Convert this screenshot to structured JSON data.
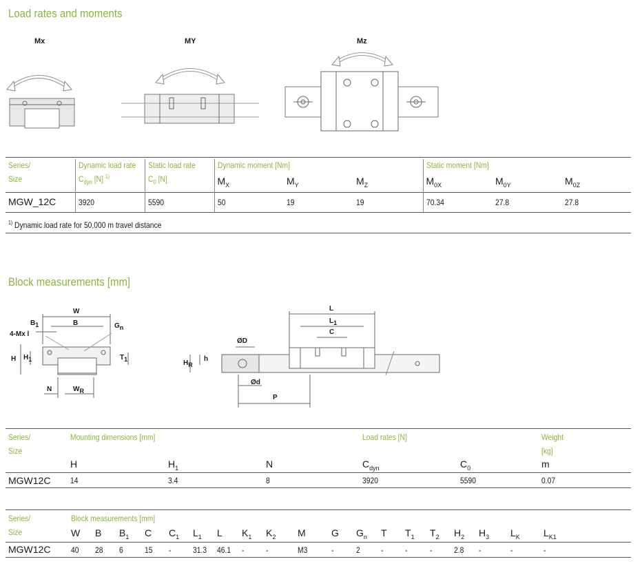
{
  "section1": {
    "title": "Load rates and moments",
    "diagram_labels": {
      "mx": "Mx",
      "my": "MY",
      "mz": "Mz"
    }
  },
  "load_table": {
    "series_label": "Series/",
    "size_label": "Size",
    "dyn_label": "Dynamic load rate",
    "dyn_sym": "C",
    "dyn_sub": "dyn",
    "dyn_unit": " [N]",
    "dyn_sup": "1)",
    "static_label": "Static load rate",
    "static_sym": "C",
    "static_sub": "0",
    "static_unit": " [N]",
    "dyn_moment_label": "Dynamic moment [Nm]",
    "static_moment_label": "Static moment [Nm]",
    "mx": "M",
    "mx_sub": "X",
    "my": "M",
    "my_sub": "Y",
    "mz": "M",
    "mz_sub": "Z",
    "m0x": "M",
    "m0x_sub": "0X",
    "m0y": "M",
    "m0y_sub": "0Y",
    "m0z": "M",
    "m0z_sub": "0Z",
    "row": {
      "size": "MGW_12C",
      "cdyn": "3920",
      "c0": "5590",
      "mx": "50",
      "my": "19",
      "mz": "19",
      "m0x": "70.34",
      "m0y": "27.8",
      "m0z": "27.8"
    },
    "footnote_sup": "1)",
    "footnote": " Dynamic load rate for 50,000 m travel distance"
  },
  "section2": {
    "title": "Block measurements [mm]",
    "diagram_labels": {
      "W": "W",
      "B": "B",
      "B1": "B",
      "B1_sub": "1",
      "Gn": "G",
      "Gn_sub": "n",
      "mxl": "4-Mx l",
      "H": "H",
      "H1": "H",
      "H1_sub": "1",
      "T1": "T",
      "T1_sub": "1",
      "N": "N",
      "WR": "W",
      "WR_sub": "R",
      "HR": "H",
      "HR_sub": "R",
      "h": "h",
      "D": "ØD",
      "d": "Ød",
      "P": "P",
      "L": "L",
      "L1": "L",
      "L1_sub": "1",
      "C": "C"
    }
  },
  "mount_table": {
    "series_label": "Series/",
    "size_label": "Size",
    "mount_label": "Mounting dimensions [mm]",
    "load_label": "Load rates [N]",
    "weight_label": "Weight",
    "weight_unit": "[kg]",
    "h": "H",
    "h1": "H",
    "h1_sub": "1",
    "n": "N",
    "cdyn": "C",
    "cdyn_sub": "dyn",
    "c0": "C",
    "c0_sub": "0",
    "m": "m",
    "row": {
      "size": "MGW12C",
      "h": "14",
      "h1": "3.4",
      "n": "8",
      "cdyn": "3920",
      "c0": "5590",
      "m": "0.07"
    }
  },
  "block_table": {
    "series_label": "Series/",
    "size_label": "Size",
    "block_label": "Block measurements [mm]",
    "headers": [
      {
        "s": "W",
        "sub": ""
      },
      {
        "s": "B",
        "sub": ""
      },
      {
        "s": "B",
        "sub": "1"
      },
      {
        "s": "C",
        "sub": ""
      },
      {
        "s": "C",
        "sub": "1"
      },
      {
        "s": "L",
        "sub": "1"
      },
      {
        "s": "L",
        "sub": ""
      },
      {
        "s": "K",
        "sub": "1"
      },
      {
        "s": "K",
        "sub": "2"
      },
      {
        "s": "M",
        "sub": ""
      },
      {
        "s": "G",
        "sub": ""
      },
      {
        "s": "G",
        "sub": "n"
      },
      {
        "s": "T",
        "sub": ""
      },
      {
        "s": "T",
        "sub": "1"
      },
      {
        "s": "T",
        "sub": "2"
      },
      {
        "s": "H",
        "sub": "2"
      },
      {
        "s": "H",
        "sub": "3"
      },
      {
        "s": "L",
        "sub": "K"
      },
      {
        "s": "L",
        "sub": "K1"
      }
    ],
    "row": {
      "size": "MGW12C",
      "values": [
        "40",
        "28",
        "6",
        "15",
        "-",
        "31.3",
        "46.1",
        "-",
        "-",
        "M3",
        "-",
        "2",
        "-",
        "-",
        "-",
        "2.8",
        "-",
        "-",
        "-"
      ]
    }
  }
}
